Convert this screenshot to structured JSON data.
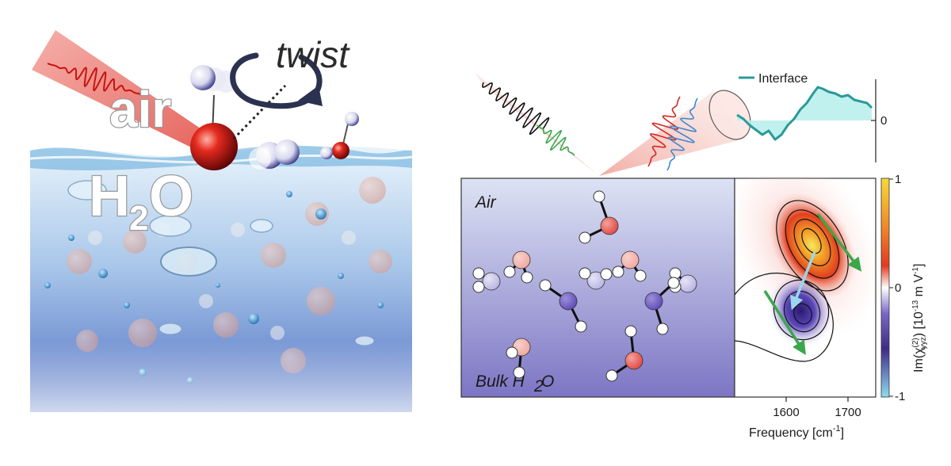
{
  "left_panel": {
    "air_label": "air",
    "h2o_label_main": "H",
    "h2o_label_sub": "2",
    "h2o_label_end": "O",
    "twist_label": "twist"
  },
  "right_panel": {
    "legend_label": "Interface",
    "signal_zero_tick": "0",
    "box_top_label": "Air",
    "box_bottom_label": "Bulk H",
    "box_bottom_sub": "2",
    "box_bottom_end": "O",
    "colorbar": {
      "ticks": [
        "1",
        "0",
        "-1"
      ],
      "label_prefix": "Im(χ",
      "label_sup": "(2)",
      "label_sub": "yyz",
      "label_suffix": ")  [10",
      "label_exp": "-13",
      "label_unit": " m V",
      "label_unit_exp": "-1",
      "label_close": "]",
      "colors": [
        "#f7d93a",
        "#e8401e",
        "#ffffff",
        "#4a2c8f",
        "#8fdcef"
      ]
    },
    "x_axis": {
      "ticks": [
        "1600",
        "1700"
      ],
      "title_prefix": "Frequency [cm",
      "title_exp": "-1",
      "title_suffix": "]"
    }
  },
  "colors": {
    "interface_line": "#2a9a98",
    "interface_fill": "#b6eeec",
    "oxygen_red": "#e04a4a",
    "water_blue": "#3d6fb8"
  }
}
